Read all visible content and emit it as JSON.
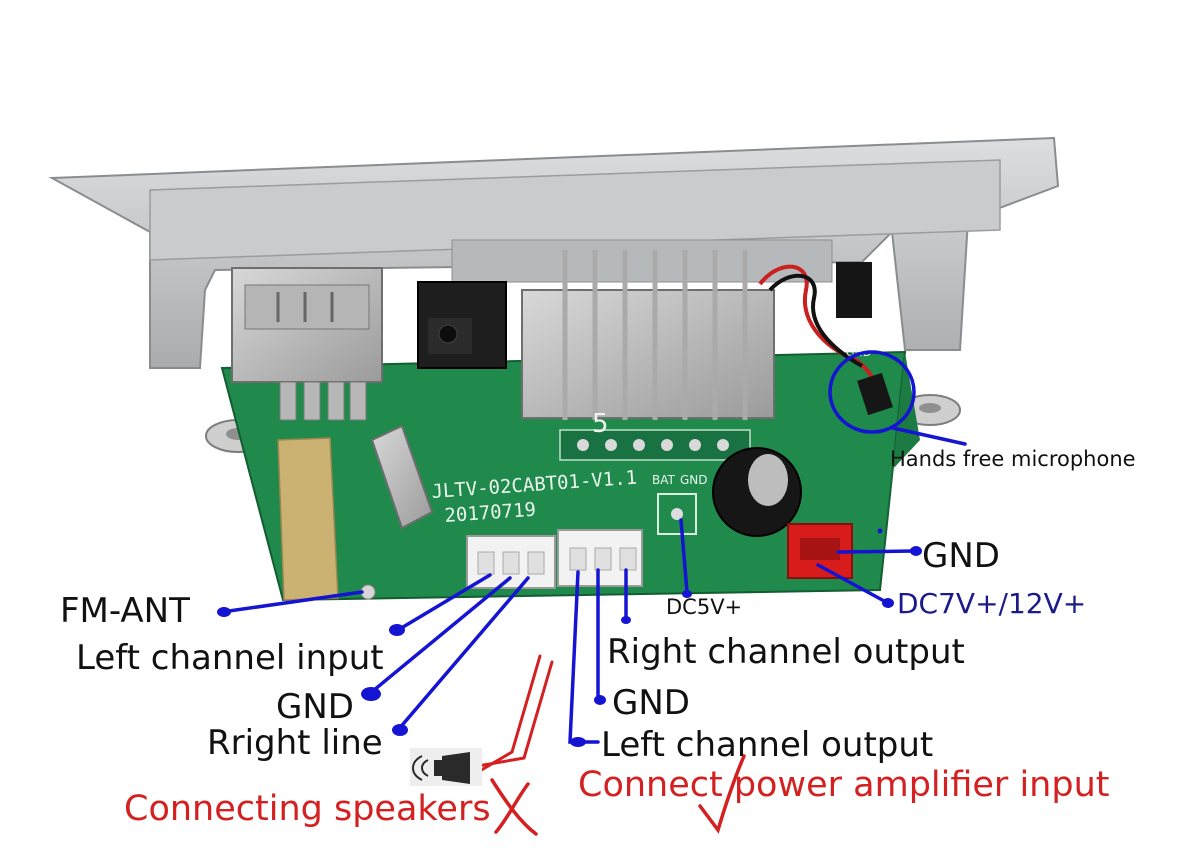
{
  "labels": {
    "fm_ant": "FM-ANT",
    "left_input": "Left channel input",
    "gnd_input": "GND",
    "right_line": "Rright line",
    "dc5v": "DC5V+",
    "right_output": "Right channel output",
    "gnd_output": "GND",
    "left_output": "Left channel output",
    "gnd_power": "GND",
    "dc_power": "DC7V+/12V+",
    "microphone": "Hands free microphone",
    "connecting_speakers": "Connecting speakers",
    "connect_amp": "Connect power amplifier input"
  },
  "board_markings": {
    "model": "JLTV-02CABT01-V1.1",
    "date": "20170719",
    "bat": "BAT",
    "gnd": "GND",
    "mic_gnd": "GND",
    "digit": "5"
  },
  "colors": {
    "annotation_blue": "#1414d2",
    "label_navy": "#1a1a8c",
    "mark_red": "#d42020",
    "pcb_green": "#1f8a4c",
    "bezel_silver": "#b9bcbf"
  },
  "icons": {
    "speaker": "speaker-icon",
    "cross": "cross-mark-icon",
    "check": "check-mark-icon"
  }
}
